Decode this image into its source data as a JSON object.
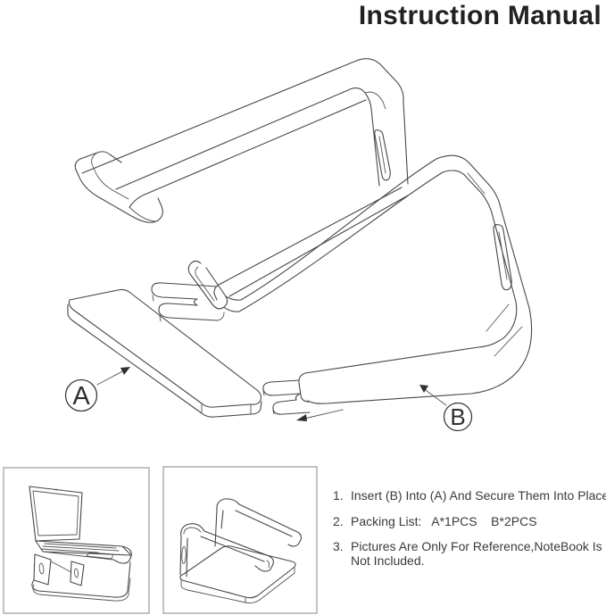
{
  "title": "Instruction Manual",
  "drawing": {
    "label_a": "A",
    "label_b": "B"
  },
  "instructions": {
    "items": [
      {
        "number": "1.",
        "text": "Insert (B) Into (A) And Secure Them Into Place."
      },
      {
        "number": "2.",
        "text": "Packing List:   A*1PCS    B*2PCS"
      },
      {
        "number": "3.",
        "text": "Pictures Are Only For Reference,NoteBook Is",
        "text2": "Not Included."
      }
    ]
  },
  "colors": {
    "line": "#474747",
    "text": "#3a3a3a",
    "title": "#21211f",
    "thumbnail_border": "#9a9a9a",
    "background": "#ffffff"
  }
}
